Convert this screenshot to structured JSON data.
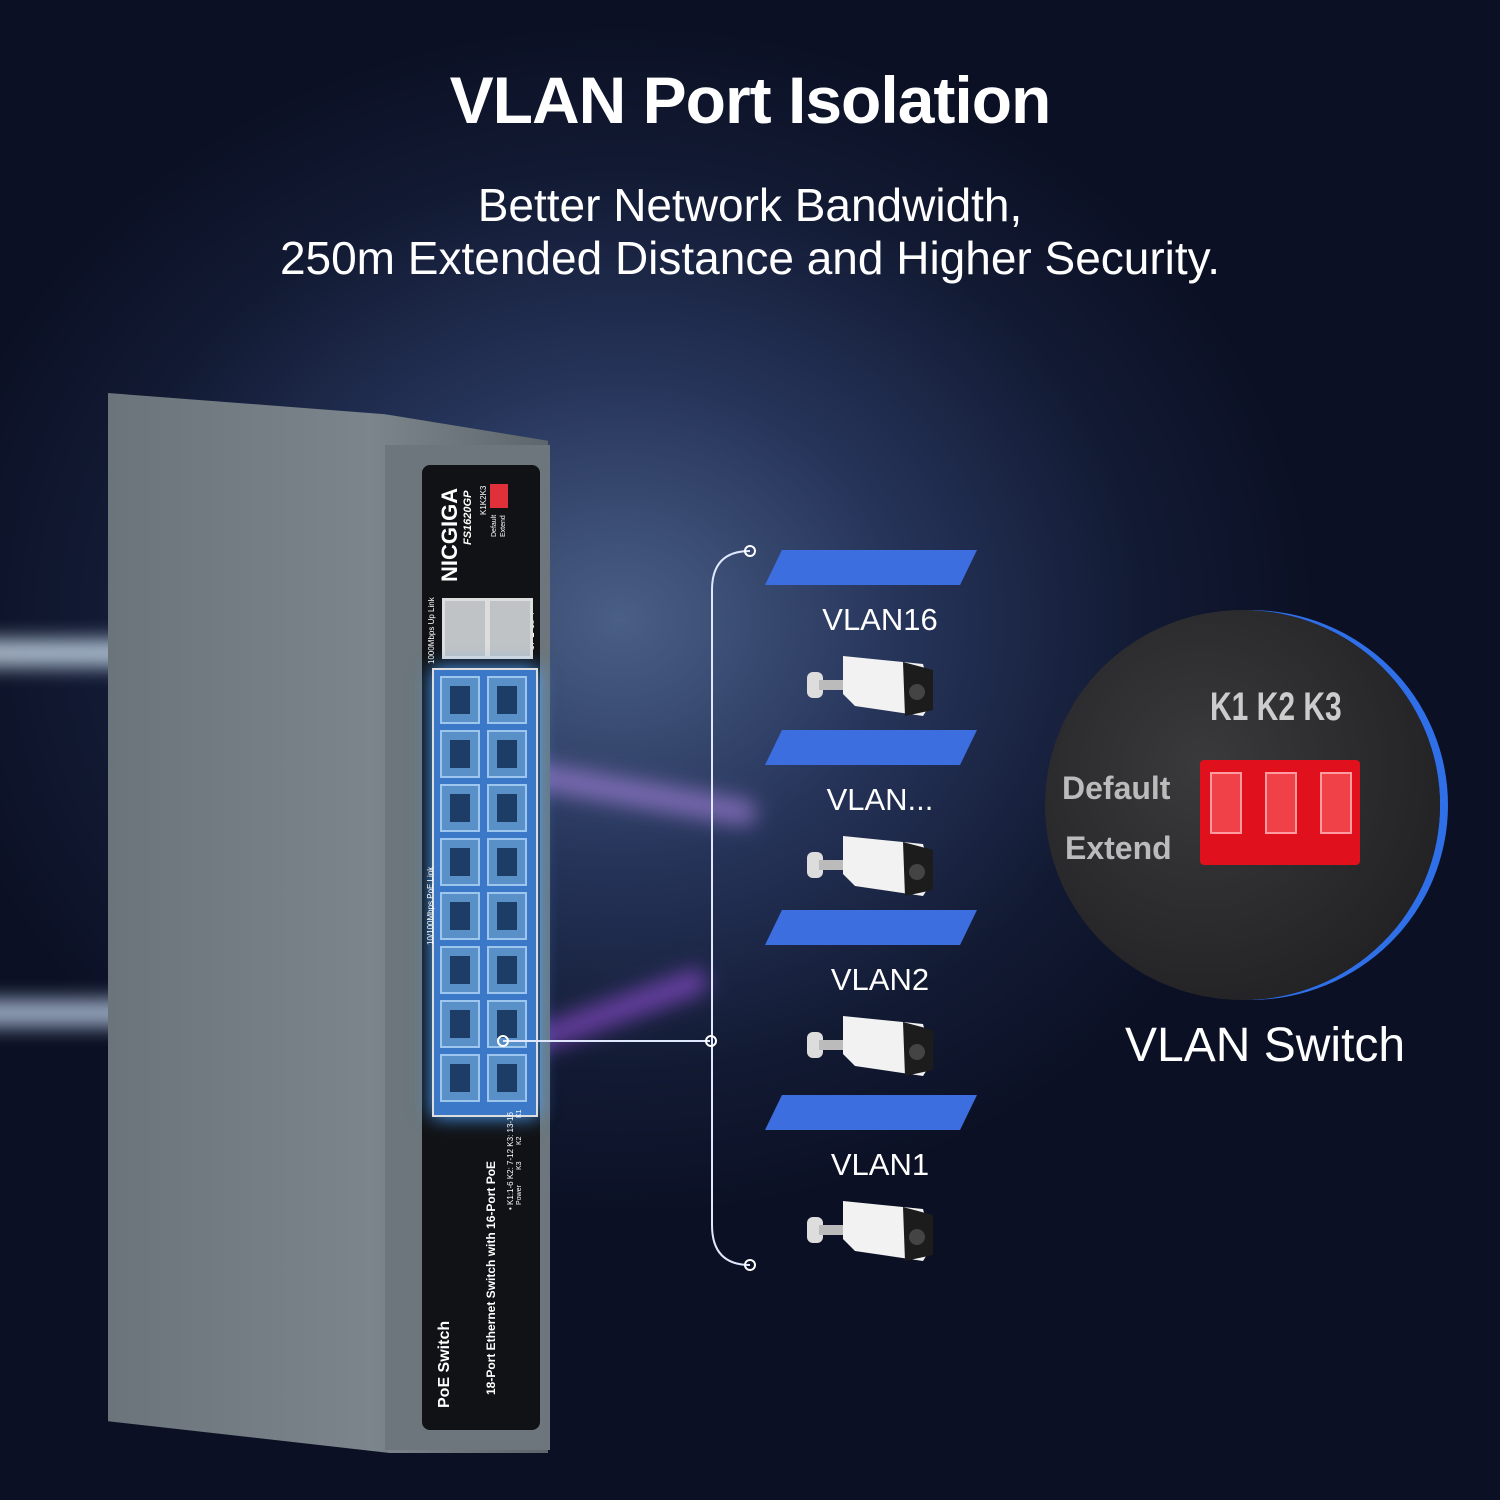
{
  "headline": {
    "title": "VLAN Port Isolation",
    "subtitle_line1": "Better Network Bandwidth,",
    "subtitle_line2": "250m Extended Distance and Higher Security."
  },
  "device": {
    "brand": "NICGIGA",
    "model": "FS1620GP",
    "dip_labels": "K1K2K3",
    "dip_default": "Default",
    "dip_extend": "Extend",
    "uplink_label": "1000Mbps Up Link",
    "uplink_ports": "17 ▲ 18 ▼",
    "poe_label": "10/100Mbps  PoE Link",
    "vlan_groups": "• K1:1-6 K2: 7-12 K3: 13-16",
    "led_power": "Power",
    "led_k1": "K1",
    "led_k2": "K2",
    "led_k3": "K3",
    "product_type": "PoE Switch",
    "description": "18-Port Ethernet Switch with 16-Port PoE"
  },
  "vlans": [
    {
      "label": "VLAN16"
    },
    {
      "label": "VLAN..."
    },
    {
      "label": "VLAN2"
    },
    {
      "label": "VLAN1"
    }
  ],
  "inset": {
    "switch_labels": "K1 K2 K3",
    "default_label": "Default",
    "extend_label": "Extend",
    "caption": "VLAN Switch"
  },
  "colors": {
    "vlan_blue": "#3d6ee0",
    "dip_red": "#e0101c"
  }
}
